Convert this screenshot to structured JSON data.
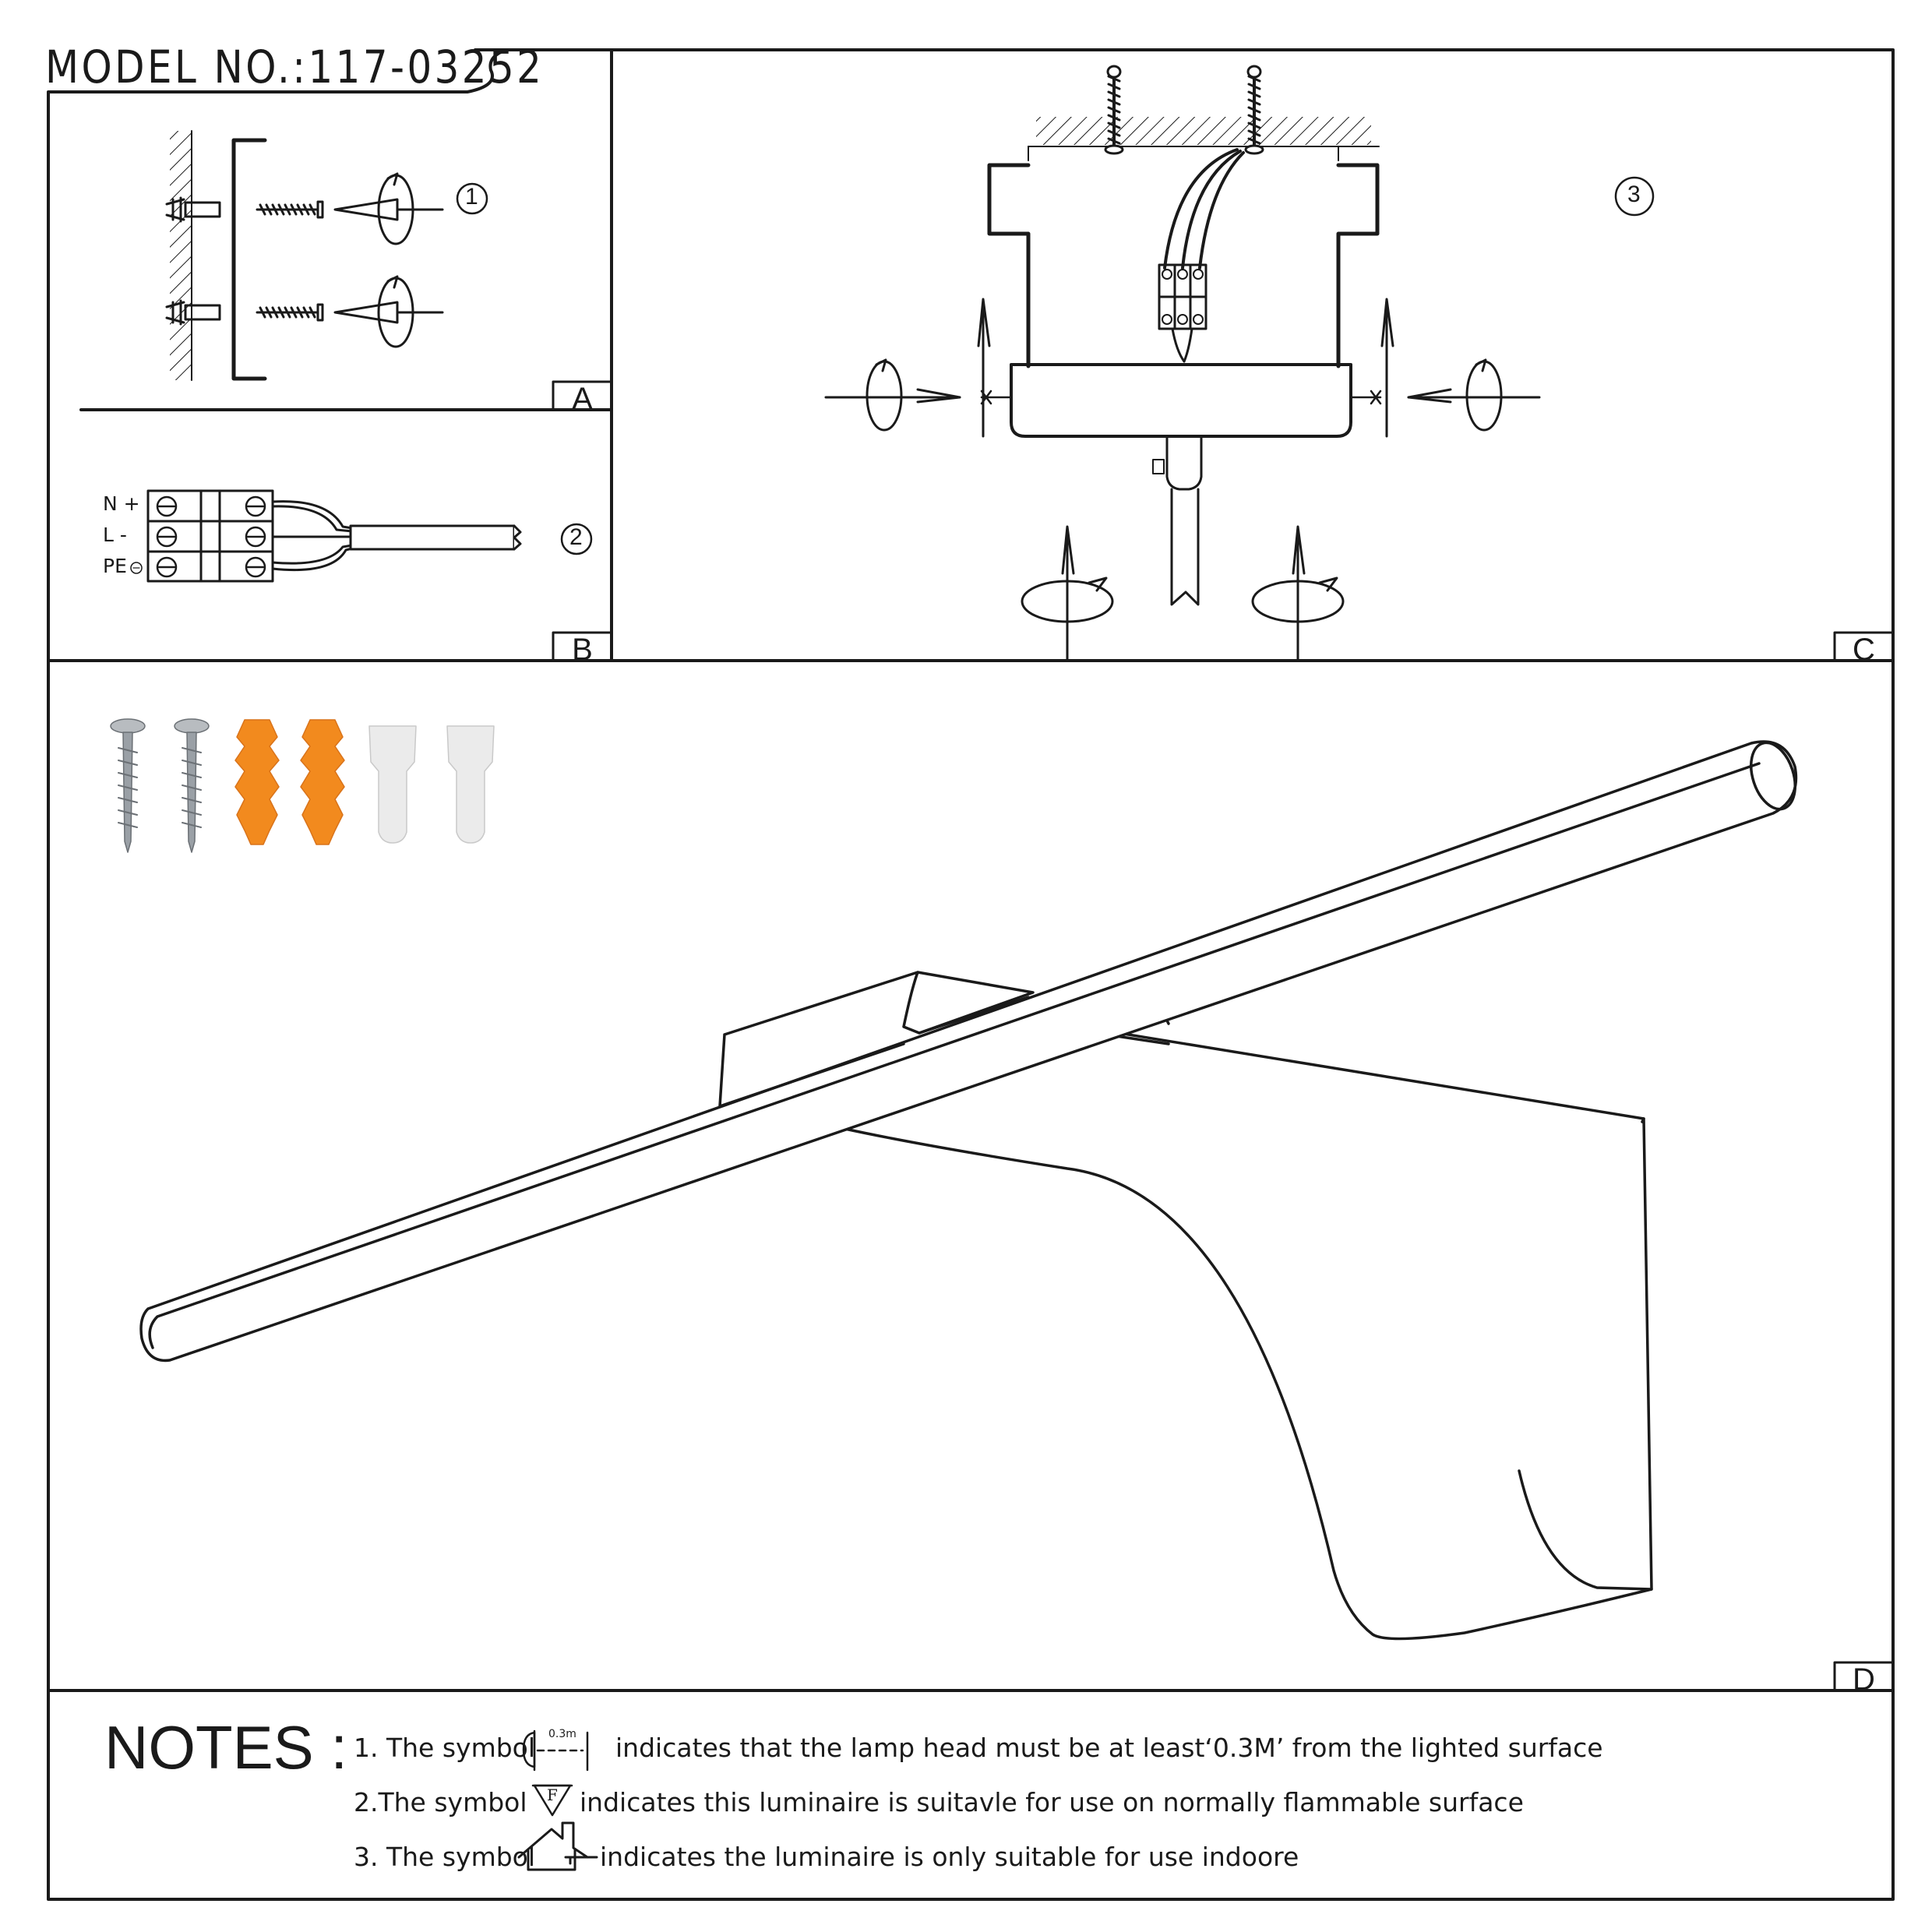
{
  "model": "MODEL NO.:117-03252",
  "panels": {
    "a": "A",
    "b": "B",
    "c": "C",
    "d": "D"
  },
  "steps": {
    "one": "1",
    "two": "2",
    "three": "3"
  },
  "terminals": {
    "n": "N +",
    "l": "L -",
    "pe": "PE"
  },
  "notes": {
    "title": "NOTES :",
    "n1_pre": "1. The symbol",
    "n1_sym": "0.3m",
    "n1_post": "indicates that the lamp head must be at least‘0.3M’ from the lighted surface",
    "n2_pre": "2.The symbol",
    "n2_sym": "F",
    "n2_post": "indicates this luminaire is suitavle for use on normally flammable surface",
    "n3_pre": "3. The symbol",
    "n3_post": "indicates the luminaire is only suitable for use indoore"
  },
  "colors": {
    "line": "#1a1a1a",
    "anchor_orange": "#f28a1e",
    "screw_grey": "#9aa0a6",
    "cap_white": "#e9e9e9"
  },
  "icons": [
    "screw-icon",
    "wall-anchor-icon",
    "wire-connector-cap-icon",
    "rotate-arrow-icon",
    "terminal-block-icon",
    "indoor-house-icon",
    "flammable-surface-icon",
    "distance-0-3m-icon"
  ]
}
